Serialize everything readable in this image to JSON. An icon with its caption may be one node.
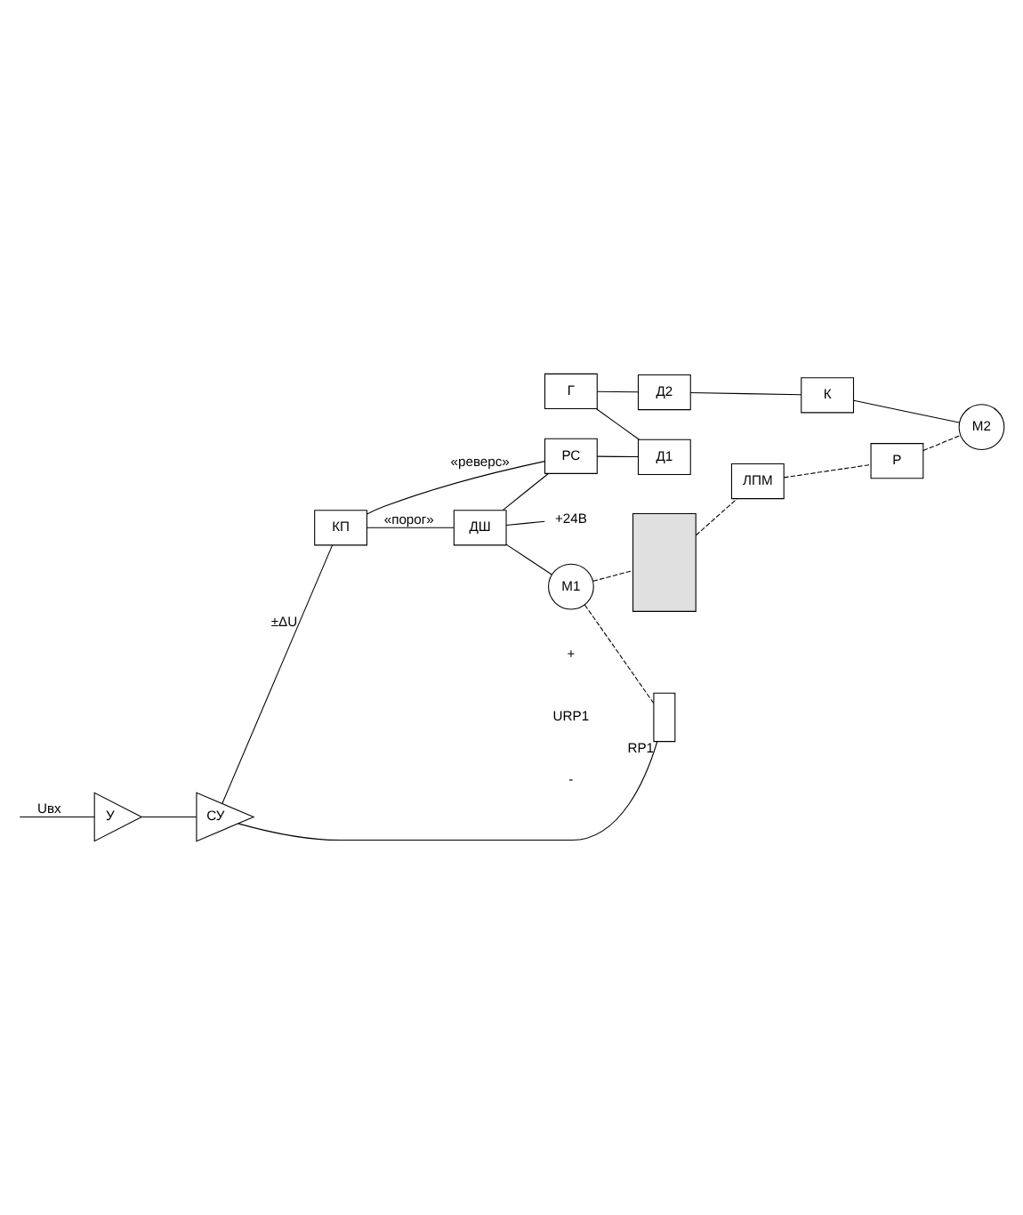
{
  "diagram": {
    "nodes": [
      {
        "text": [
          "У"
        ]
      },
      {
        "text": [
          "СУ"
        ]
      },
      {
        "text": [
          "КП"
        ]
      },
      {
        "text": [
          "ДШ"
        ]
      },
      {
        "text": [
          "РС"
        ]
      },
      {
        "text": [
          "Г"
        ]
      },
      {
        "text": [
          "Д1"
        ]
      },
      {
        "text": [
          "Д2"
        ]
      },
      {
        "text": [
          "К"
        ]
      },
      {
        "text": [
          "RP1"
        ]
      },
      {
        "text": [
          "M1"
        ]
      },
      {
        "text": [
          "M2"
        ]
      },
      {
        "text": [
          "Р"
        ]
      },
      {
        "text": [
          "ЛПМ"
        ]
      },
      {
        "text": [],
        "shape": "box"
      },
      {
        "text": [
          "+24В"
        ]
      }
    ],
    "edges": [
      {
        "from": null,
        "to": 0,
        "arrow": "none",
        "label": "Uвх"
      },
      {
        "from": 0,
        "to": 1,
        "arrow": "none"
      },
      {
        "from": 1,
        "to": 2,
        "arrow": "none",
        "label": "±ΔU"
      },
      {
        "from": 2,
        "to": 4,
        "arrow": "none",
        "label": "«реверс»"
      },
      {
        "from": 2,
        "to": 3,
        "arrow": "none",
        "label": "«порог»"
      },
      {
        "from": 3,
        "to": 4,
        "arrow": "none"
      },
      {
        "from": 3,
        "to": 10,
        "arrow": "none"
      },
      {
        "from": 3,
        "to": 15,
        "arrow": "none"
      },
      {
        "from": 4,
        "to": 6,
        "arrow": "none"
      },
      {
        "from": 5,
        "to": 6,
        "arrow": "none"
      },
      {
        "from": 5,
        "to": 7,
        "arrow": "none"
      },
      {
        "from": 7,
        "to": 8,
        "arrow": "none"
      },
      {
        "from": 8,
        "to": 11,
        "arrow": "none"
      },
      {
        "from": 9,
        "to": 1,
        "arrow": "none"
      },
      {
        "from": 10,
        "to": 9,
        "arrow": "none",
        "style": "dashed"
      },
      {
        "from": 10,
        "to": 14,
        "arrow": "none",
        "style": "dashed"
      },
      {
        "from": 14,
        "to": 13,
        "arrow": "none",
        "style": "dashed"
      },
      {
        "from": 13,
        "to": 12,
        "arrow": "none",
        "style": "dashed"
      },
      {
        "from": 12,
        "to": 11,
        "arrow": "none",
        "style": "dashed"
      }
    ],
    "labels": [
      "+",
      "URP1",
      "-"
    ]
  }
}
